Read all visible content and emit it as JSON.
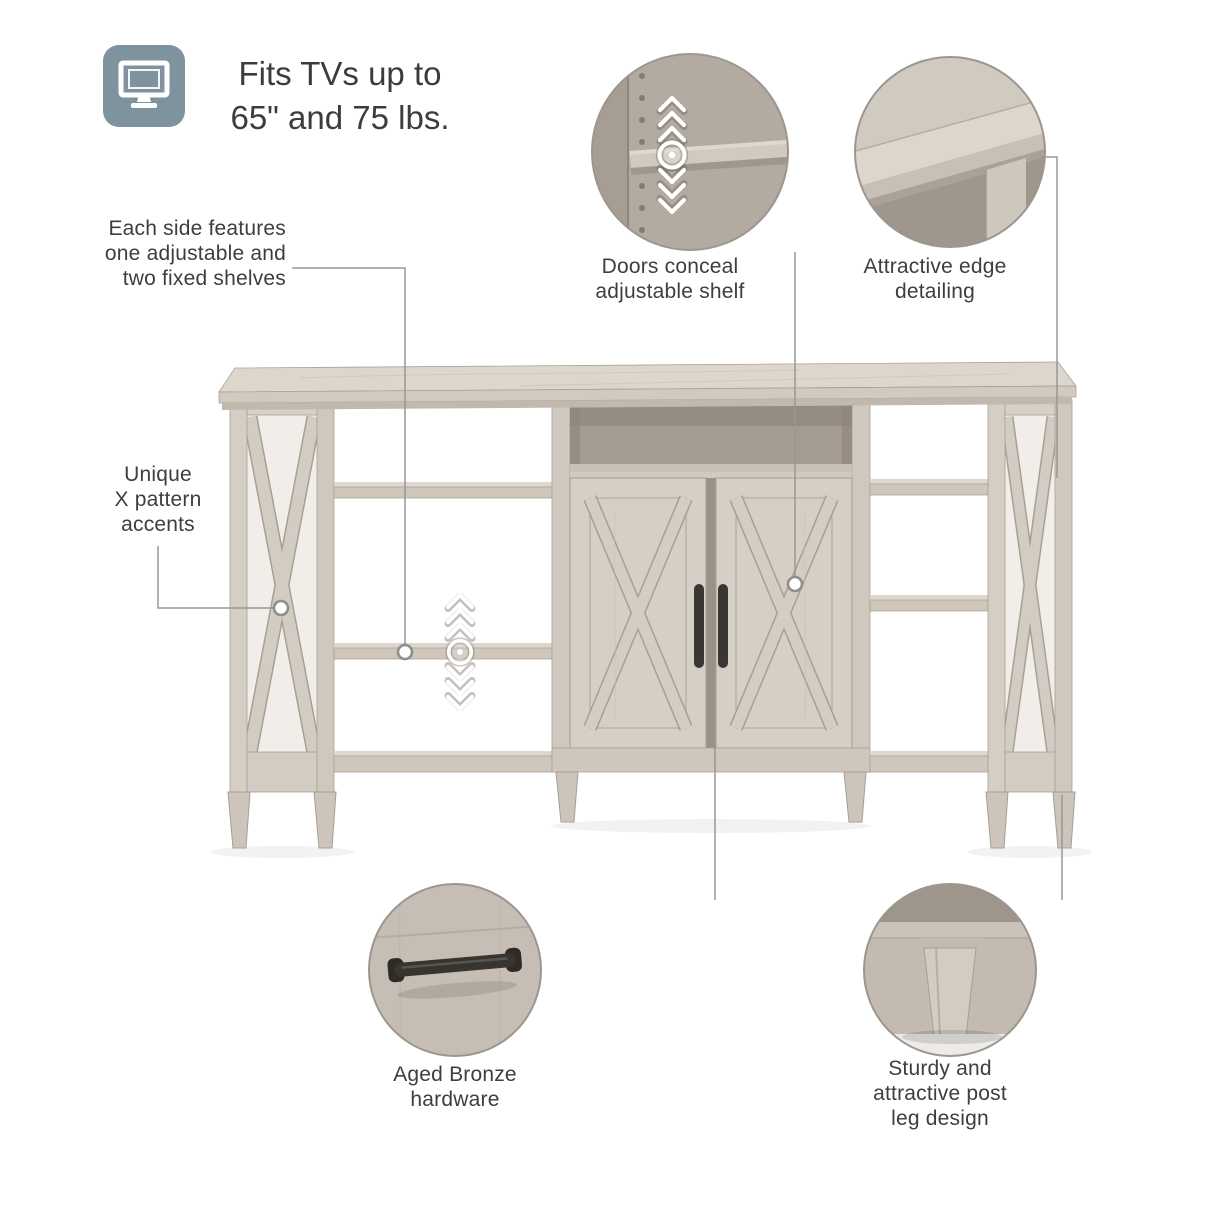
{
  "header": {
    "icon": "tv-monitor-icon",
    "title_lines": [
      "Fits TVs up to",
      "65\" and 75 lbs."
    ]
  },
  "callouts": {
    "side_shelves": {
      "lines": [
        "Each side features",
        "one adjustable and",
        "two fixed shelves"
      ]
    },
    "x_pattern": {
      "lines": [
        "Unique",
        "X pattern",
        "accents"
      ]
    },
    "doors": {
      "lines": [
        "Doors conceal",
        "adjustable shelf"
      ]
    },
    "edge": {
      "lines": [
        "Attractive edge",
        "detailing"
      ]
    },
    "hardware": {
      "lines": [
        "Aged Bronze",
        "hardware"
      ]
    },
    "legs": {
      "lines": [
        "Sturdy and",
        "attractive post",
        "leg design"
      ]
    }
  },
  "colors": {
    "icon_bg": "#7e939e",
    "icon_glyph": "#ffffff",
    "text": "#3c3c3c",
    "leader_line": "#979797",
    "wood_light": "#d6cfc6",
    "wood_mid": "#cfc7bc",
    "wood_shadow": "#a79e93",
    "interior_dark": "#a0978c",
    "hardware_bronze": "#38342f"
  }
}
